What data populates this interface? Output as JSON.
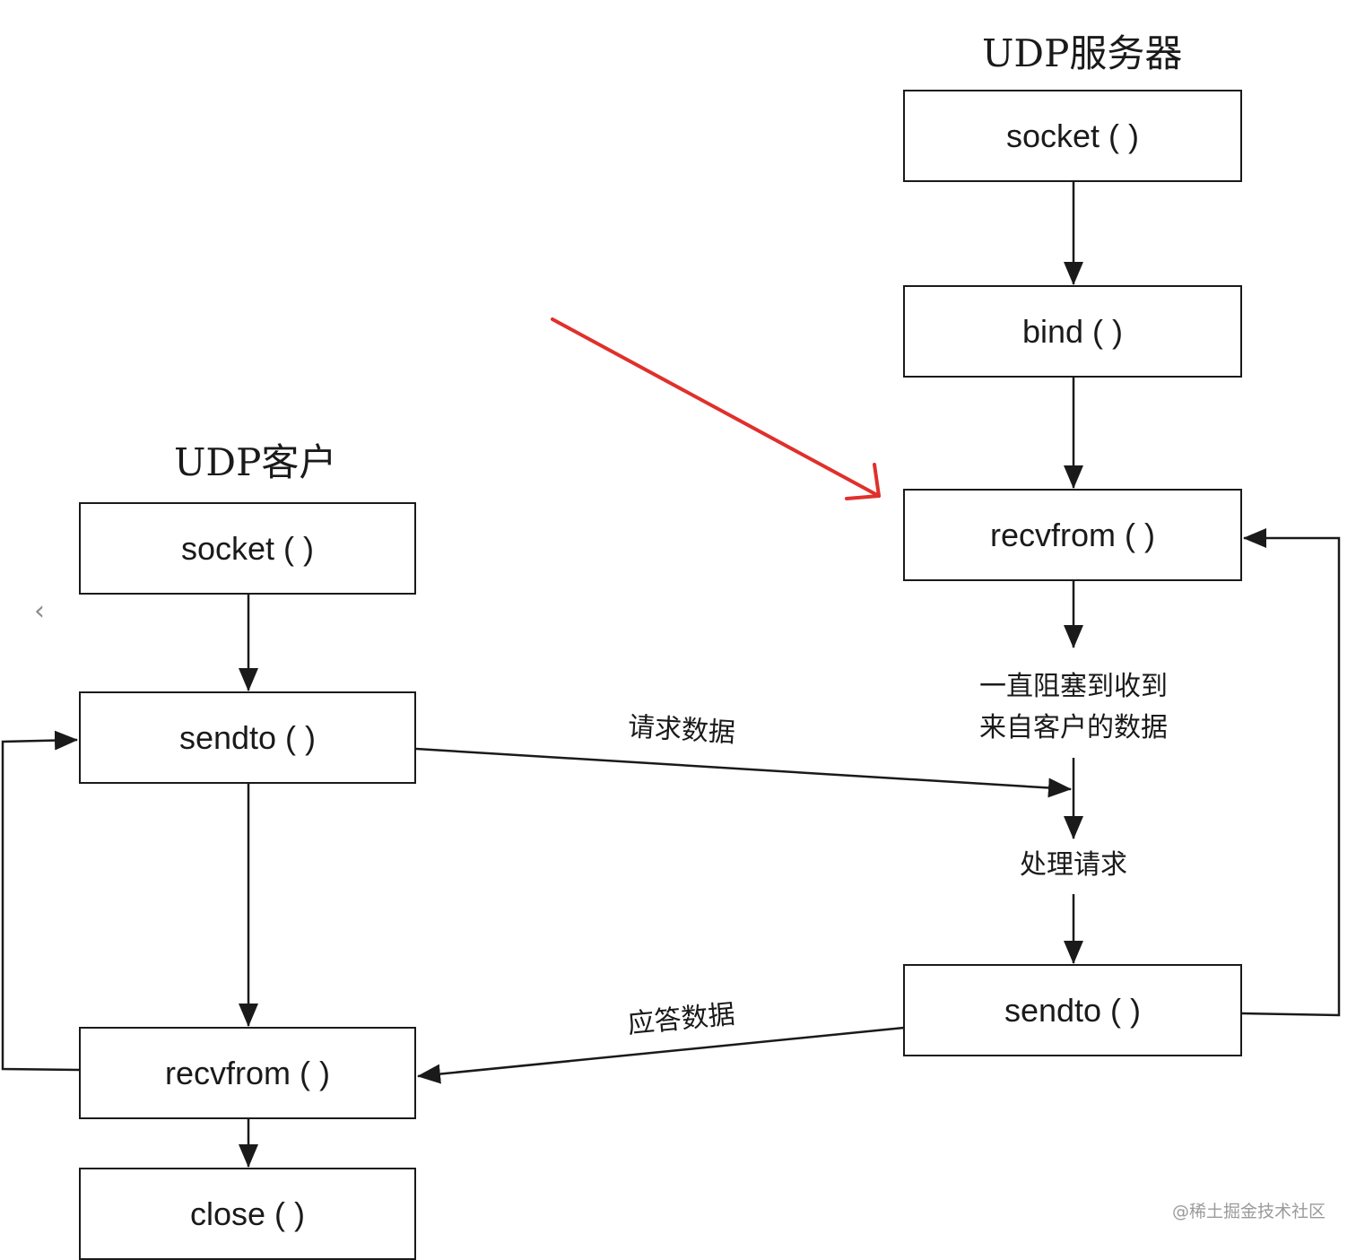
{
  "server": {
    "title": "UDP服务器",
    "socket": "socket ( )",
    "bind": "bind ( )",
    "recvfrom": "recvfrom ( )",
    "block_note_line1": "一直阻塞到收到",
    "block_note_line2": "来自客户的数据",
    "process": "处理请求",
    "sendto": "sendto ( )"
  },
  "client": {
    "title": "UDP客户",
    "socket": "socket ( )",
    "sendto": "sendto ( )",
    "recvfrom": "recvfrom ( )",
    "close": "close ( )"
  },
  "edges": {
    "request": "请求数据",
    "response": "应答数据"
  },
  "ui": {
    "back_glyph": "‹",
    "watermark": "@稀土掘金技术社区"
  },
  "colors": {
    "line": "#1a1a1a",
    "annotation_arrow": "#e0302b"
  }
}
